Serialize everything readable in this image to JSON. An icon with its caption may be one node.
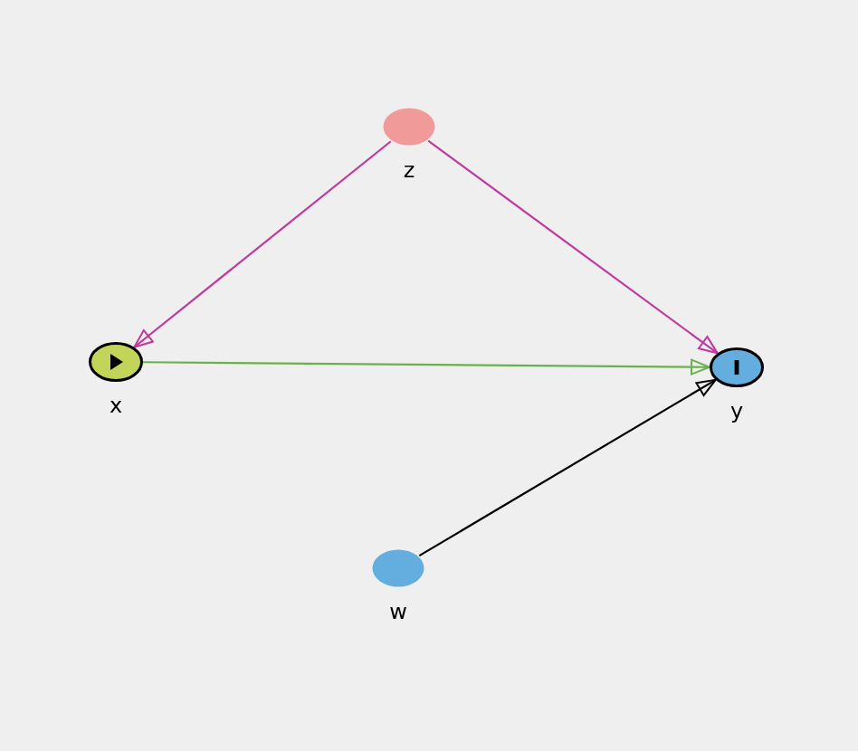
{
  "diagram": {
    "nodes": [
      {
        "text": [
          "z"
        ]
      },
      {
        "text": [
          "x"
        ]
      },
      {
        "text": [
          "y"
        ]
      },
      {
        "text": [
          "w"
        ]
      }
    ],
    "edges": [
      {
        "from": 0,
        "to": 1,
        "arrow": "to"
      },
      {
        "from": 0,
        "to": 2,
        "arrow": "to"
      },
      {
        "from": 1,
        "to": 2,
        "arrow": "to",
        "color": "#6ab04c"
      },
      {
        "from": 3,
        "to": 2,
        "arrow": "to",
        "color": "#000000"
      }
    ]
  }
}
